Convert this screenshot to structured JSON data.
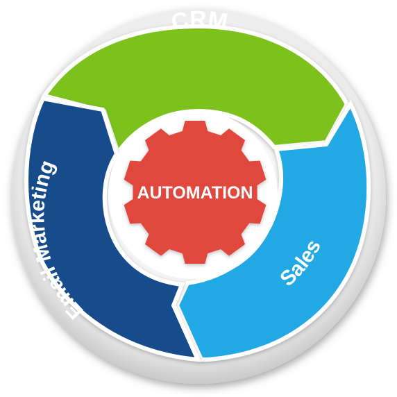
{
  "diagram": {
    "center": {
      "label": "AUTOMATION",
      "color": "#e0463c"
    },
    "segments": [
      {
        "label": "CRM",
        "color": "#7dc21e"
      },
      {
        "label": "Sales",
        "color": "#22a8e4"
      },
      {
        "label": "Email Marketing",
        "color": "#184c8c"
      }
    ],
    "ring_border_color": "#ffffff",
    "outer_rim_color": "#d4d4d4"
  }
}
